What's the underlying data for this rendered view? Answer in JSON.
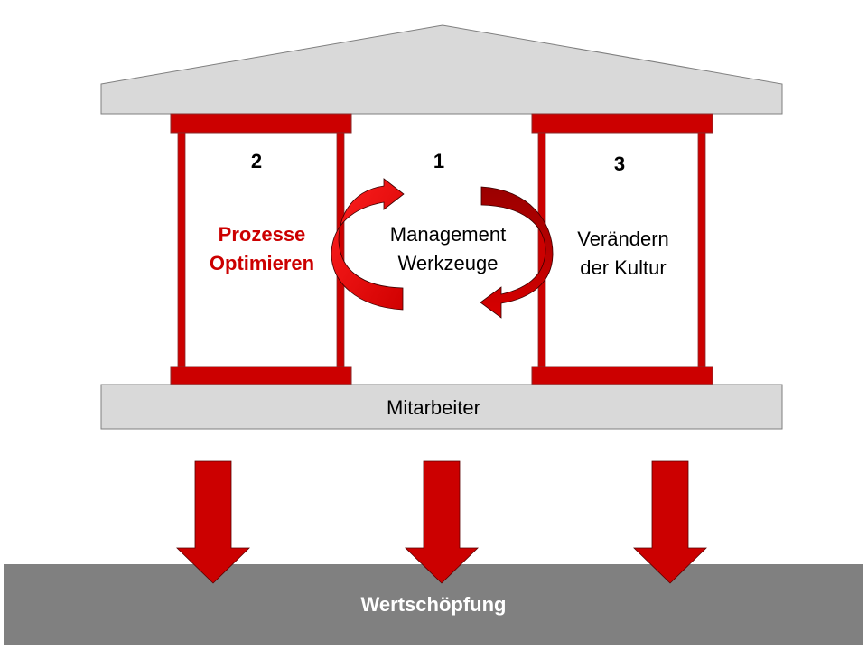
{
  "diagram": {
    "title": "Haus der Wertschöpfung",
    "pillars": [
      {
        "number": "2",
        "label_line1": "Prozesse",
        "label_line2": "Optimieren",
        "emphasis": "red-bold"
      },
      {
        "number": "1",
        "label_line1": "Management",
        "label_line2": "Werkzeuge",
        "emphasis": "plain"
      },
      {
        "number": "3",
        "label_line1": "Verändern",
        "label_line2": "der Kultur",
        "emphasis": "plain"
      }
    ],
    "foundation_label": "Mitarbeiter",
    "base_label": "Wertschöpfung",
    "cycle_icons": [
      "curved-arrow-up-right-icon",
      "curved-arrow-down-left-icon"
    ],
    "down_arrows": 3,
    "colors": {
      "accent_red": "#cc0000",
      "dark_red": "#a00000",
      "roof_gray": "#d9d9d9",
      "base_gray": "#808080",
      "text_black": "#000000",
      "text_white": "#ffffff"
    }
  }
}
